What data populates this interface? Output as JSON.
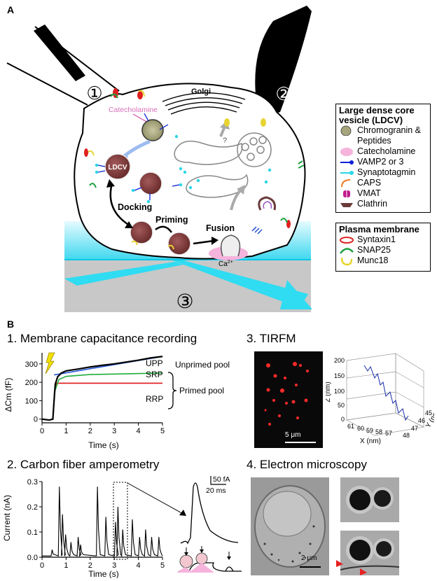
{
  "panels": {
    "a": "A",
    "b": "B"
  },
  "schematic": {
    "golgi": "Golgi",
    "catecholamine": "Catecholamine",
    "ldcv": "LDCV",
    "docking": "Docking",
    "priming": "Priming",
    "fusion": "Fusion",
    "question": "?",
    "ca": "Ca",
    "ca_sup": "2+",
    "step1": "①",
    "step2": "②",
    "step3": "③"
  },
  "legend_ldcv": {
    "title": "Large dense core vesicle (LDCV)",
    "items": [
      "Chromogranin & Peptides",
      "Catecholamine",
      "VAMP2 or 3",
      "Synaptotagmin",
      "CAPS",
      "VMAT",
      "Clathrin"
    ]
  },
  "legend_pm": {
    "title": "Plasma membrane",
    "items": [
      "Syntaxin1",
      "SNAP25",
      "Munc18"
    ]
  },
  "capacitance": {
    "title": "1.  Membrane capacitance recording",
    "ylabel": "ΔCm (fF)",
    "xlabel": "Time (s)",
    "pools": {
      "upp": "UPP",
      "srp": "SRP",
      "rrp": "RRP",
      "unprimed": "Unprimed pool",
      "primed": "Primed pool"
    },
    "chart_data": {
      "type": "line",
      "xlim": [
        0,
        5
      ],
      "ylim": [
        0,
        300
      ],
      "xticks": [
        0,
        1,
        2,
        3,
        4,
        5
      ],
      "yticks": [
        0,
        100,
        200,
        300
      ],
      "series": [
        {
          "name": "RRP",
          "x": [
            0.45,
            0.52,
            0.6,
            5
          ],
          "y": [
            0,
            150,
            195,
            195
          ]
        },
        {
          "name": "SRP",
          "x": [
            0.5,
            0.7,
            1.0,
            2,
            5
          ],
          "y": [
            140,
            215,
            232,
            242,
            250
          ]
        },
        {
          "name": "UPP",
          "x": [
            0.5,
            5
          ],
          "y": [
            240,
            340
          ]
        },
        {
          "name": "",
          "x": [
            0,
            0.3,
            0.45,
            0.5,
            0.55,
            0.65,
            0.8,
            1.0,
            1.5,
            2,
            2.5,
            3,
            3.5,
            4,
            4.5,
            5
          ],
          "y": [
            0,
            -5,
            0,
            100,
            190,
            230,
            250,
            262,
            272,
            283,
            292,
            300,
            310,
            320,
            332,
            340
          ]
        }
      ]
    }
  },
  "amperometry": {
    "title": "2.  Carbon fiber amperometry",
    "ylabel": "Current (nA)",
    "xlabel": "Time (s)",
    "scale_current": "50 fA",
    "scale_time": "20 ms",
    "chart_data": {
      "type": "line",
      "xlim": [
        0,
        5
      ],
      "ylim": [
        0,
        0.3
      ],
      "xticks": [
        0,
        1,
        2,
        3,
        4,
        5
      ],
      "yticks": [
        0.0,
        0.1,
        0.2,
        0.3
      ],
      "spikes": [
        {
          "x": 0.42,
          "y": 0.03
        },
        {
          "x": 0.72,
          "y": 0.28
        },
        {
          "x": 0.85,
          "y": 0.17
        },
        {
          "x": 0.98,
          "y": 0.09
        },
        {
          "x": 1.2,
          "y": 0.06
        },
        {
          "x": 1.5,
          "y": 0.08
        },
        {
          "x": 1.6,
          "y": 0.05
        },
        {
          "x": 2.3,
          "y": 0.28
        },
        {
          "x": 2.65,
          "y": 0.16
        },
        {
          "x": 3.05,
          "y": 0.14
        },
        {
          "x": 3.15,
          "y": 0.2
        },
        {
          "x": 3.35,
          "y": 0.11
        },
        {
          "x": 3.75,
          "y": 0.15
        },
        {
          "x": 4.05,
          "y": 0.08
        },
        {
          "x": 4.3,
          "y": 0.11
        },
        {
          "x": 4.55,
          "y": 0.08
        },
        {
          "x": 4.85,
          "y": 0.08
        }
      ]
    }
  },
  "tirfm": {
    "title": "3. TIRFM",
    "scalebar": "5 μm",
    "chart_data": {
      "type": "line",
      "zlabel": "Z (nm)",
      "xlabel": "X (nm)",
      "ylabel": "Y (nm)",
      "zticks": [
        0,
        50,
        100,
        150,
        200
      ],
      "xticks": [
        61,
        60,
        59,
        58,
        57
      ],
      "yticks": [
        48,
        47,
        46,
        45
      ]
    }
  },
  "em": {
    "title": "4. Electron microscopy",
    "scalebar": "2 μm"
  }
}
